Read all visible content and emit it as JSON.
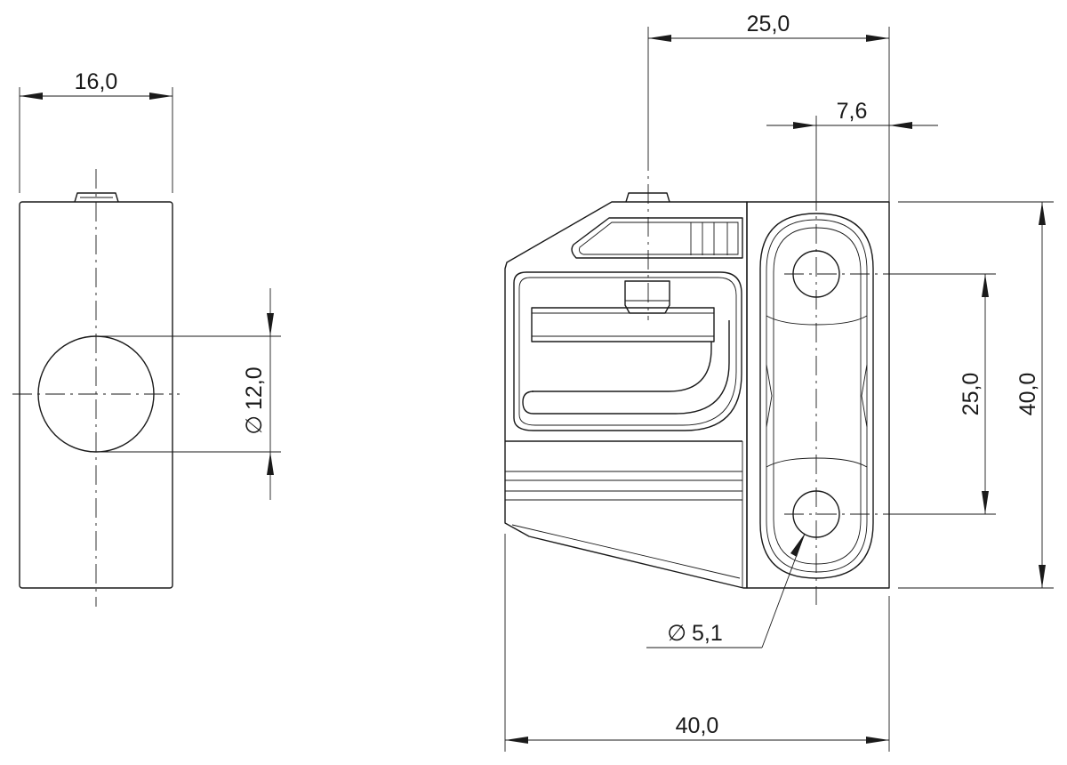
{
  "side_view": {
    "width_label": "16,0",
    "bore_diameter_label": "12,0",
    "diameter_symbol": "∅"
  },
  "front_view": {
    "top_offset_label": "25,0",
    "slot_width_label": "7,6",
    "hole_spacing_label": "25,0",
    "overall_height_label": "40,0",
    "hole_diameter_label": "5,1",
    "overall_width_label": "40,0",
    "diameter_symbol": "∅"
  }
}
